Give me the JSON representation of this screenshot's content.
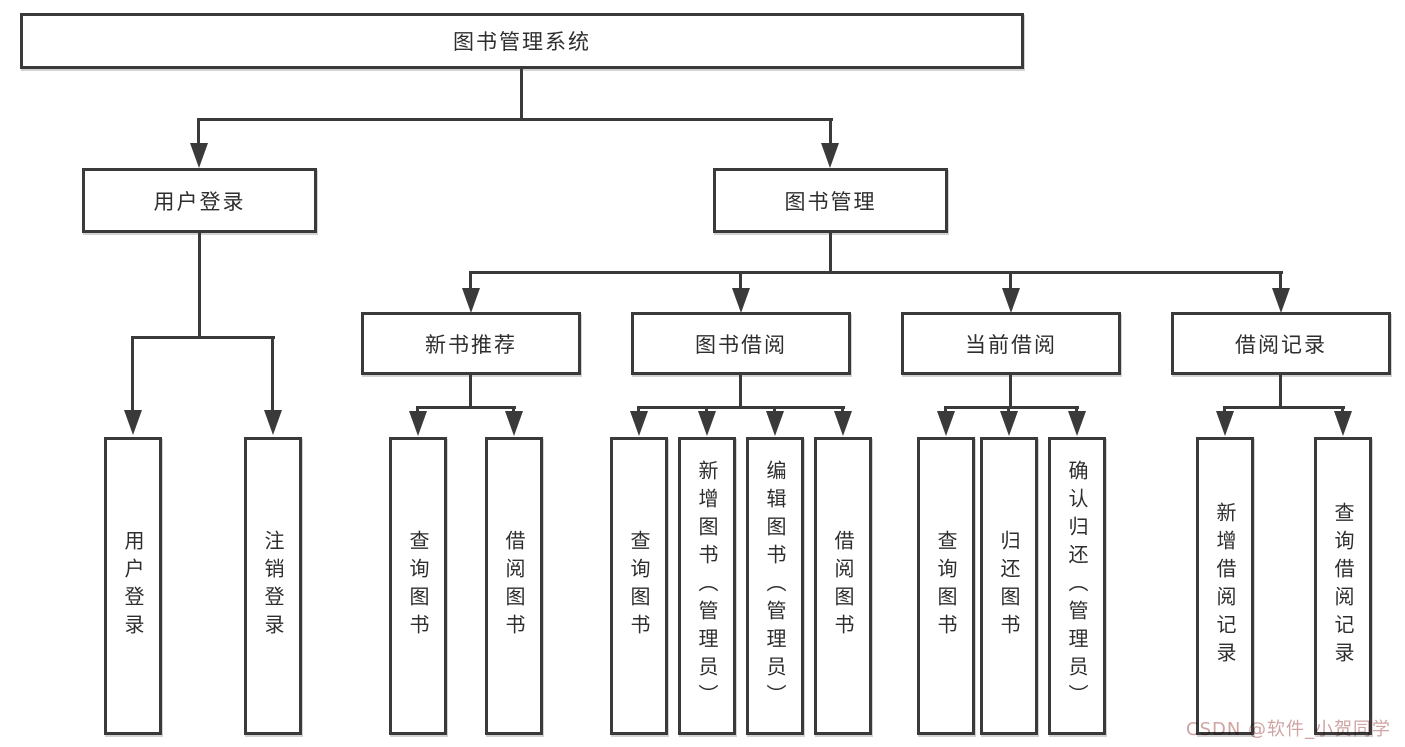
{
  "colors": {
    "line": "#3a3a3a",
    "box_border": "#3a3a3a",
    "text": "#2e2e2e",
    "background": "#ffffff",
    "watermark_text": "#cfa4a3"
  },
  "tree": {
    "root": {
      "label": "图书管理系统"
    },
    "user_login": {
      "label": "用户登录",
      "leaves": [
        {
          "label": "用户登录"
        },
        {
          "label": "注销登录"
        }
      ]
    },
    "book_management": {
      "label": "图书管理",
      "groups": [
        {
          "label": "新书推荐",
          "leaves": [
            {
              "label": "查询图书"
            },
            {
              "label": "借阅图书"
            }
          ]
        },
        {
          "label": "图书借阅",
          "leaves": [
            {
              "label": "查询图书"
            },
            {
              "label": "新增图书（管理员）"
            },
            {
              "label": "编辑图书（管理员）"
            },
            {
              "label": "借阅图书"
            }
          ]
        },
        {
          "label": "当前借阅",
          "leaves": [
            {
              "label": "查询图书"
            },
            {
              "label": "归还图书"
            },
            {
              "label": "确认归还（管理员）"
            }
          ]
        },
        {
          "label": "借阅记录",
          "leaves": [
            {
              "label": "新增借阅记录"
            },
            {
              "label": "查询借阅记录"
            }
          ]
        }
      ]
    }
  },
  "watermark": {
    "text": "CSDN @软件_小贺同学"
  }
}
